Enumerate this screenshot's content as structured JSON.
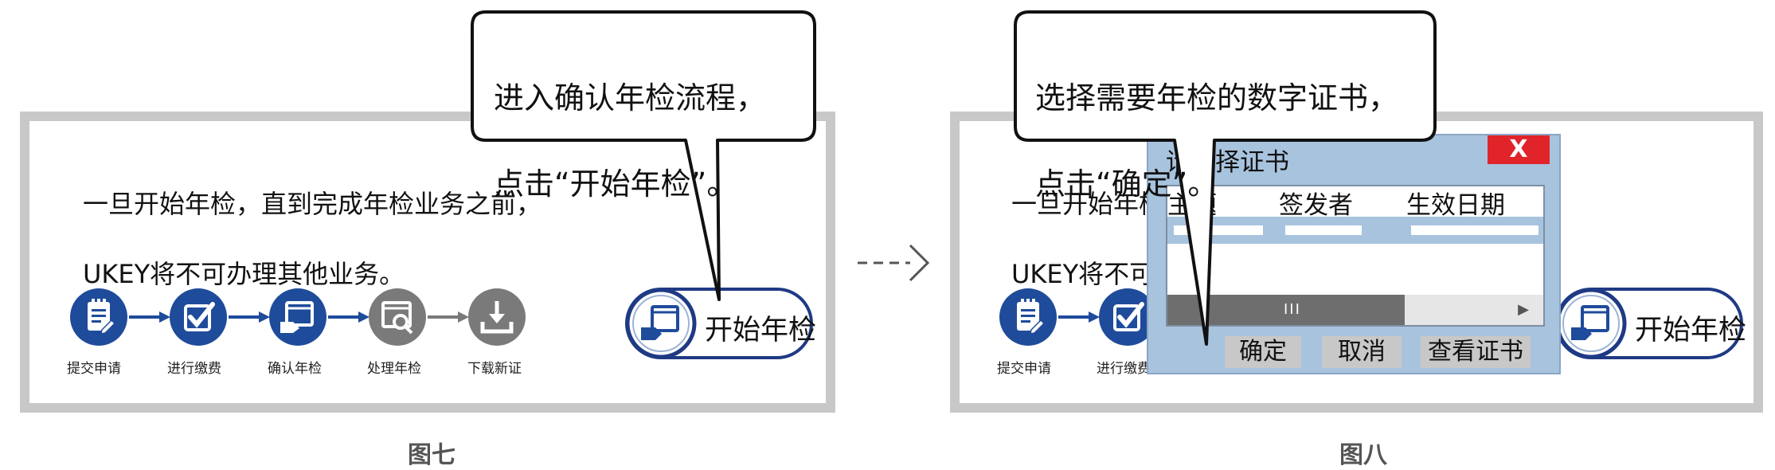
{
  "figure7": {
    "description_line1": "一旦开始年检，直到完成年检业务之前，",
    "description_line2": "UKEY将不可办理其他业务。",
    "steps": [
      {
        "label": "提交申请",
        "icon": "document-edit-icon",
        "color": "#1f4b9b"
      },
      {
        "label": "进行缴费",
        "icon": "checkbox-check-icon",
        "color": "#1f4b9b"
      },
      {
        "label": "确认年检",
        "icon": "window-hand-icon",
        "color": "#1f4b9b"
      },
      {
        "label": "处理年检",
        "icon": "window-search-icon",
        "color": "#7a7a7a"
      },
      {
        "label": "下载新证",
        "icon": "download-tray-icon",
        "color": "#7a7a7a"
      }
    ],
    "start_button_label": "开始年检",
    "bubble_line1": "进入确认年检流程，",
    "bubble_line2": "点击“开始年检”。",
    "caption": "图七"
  },
  "transition_arrow": "dashed-right-arrow-icon",
  "figure8": {
    "description_line1": "一旦开始年检",
    "description_line2": "UKEY将不可",
    "steps": [
      {
        "label": "提交申请",
        "icon": "document-edit-icon",
        "color": "#1f4b9b"
      },
      {
        "label": "进行缴费",
        "icon": "checkbox-check-icon",
        "color": "#1f4b9b"
      }
    ],
    "start_button_label": "开始年检",
    "dialog": {
      "title": "请选择证书",
      "close_label": "X",
      "columns": [
        "主题",
        "签发者",
        "生效日期"
      ],
      "scroll_grip": "III",
      "scroll_arrow": "▶",
      "buttons": {
        "ok": "确定",
        "cancel": "取消",
        "view": "查看证书"
      }
    },
    "bubble_line1": "选择需要年检的数字证书，",
    "bubble_line2": "点击“确定”。",
    "caption": "图八"
  },
  "colors": {
    "brand_blue": "#1f4b9b",
    "step_gray": "#7a7a7a",
    "panel_border": "#c8c8c8",
    "dialog_bg": "#a8c3de",
    "close_red": "#e0242a"
  }
}
